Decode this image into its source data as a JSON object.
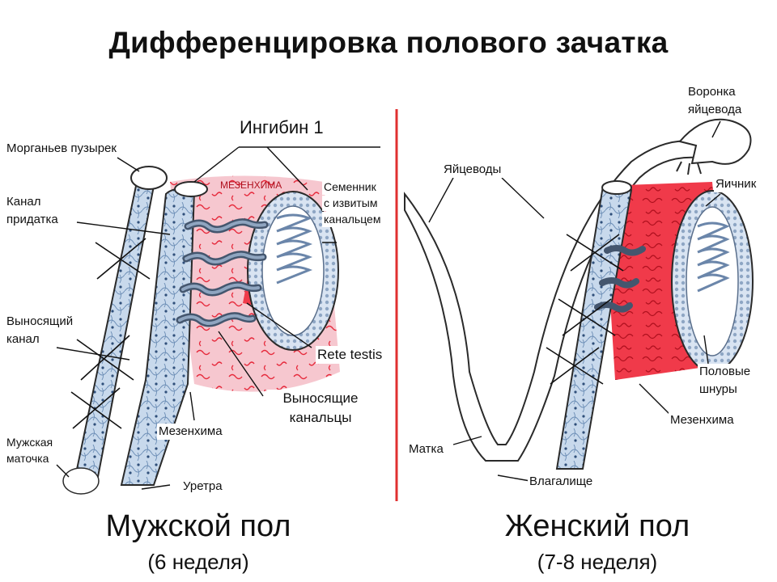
{
  "title": "Дифференцировка полового зачатка",
  "labels": {
    "inhibin": "Ингибин 1",
    "morgagni": "Морганьев пузырек",
    "epididymis_canal_1": "Канал",
    "epididymis_canal_2": "придатка",
    "efferent_duct_1": "Выносящий",
    "efferent_duct_2": "канал",
    "male_uterus_1": "Мужская",
    "male_uterus_2": "маточка",
    "mesenchyme_top": "МЕЗЕНХИМА",
    "testis_1": "Семенник",
    "testis_2": "с извитым",
    "testis_3": "канальцем",
    "rete_testis": "Rete testis",
    "efferent_ductules_1": "Выносящие",
    "efferent_ductules_2": "канальцы",
    "mesenchyme_male": "Мезенхима",
    "urethra": "Уретра",
    "oviduct_funnel_1": "Воронка",
    "oviduct_funnel_2": "яйцевода",
    "oviducts": "Яйцеводы",
    "ovary": "Яичник",
    "sex_cords_1": "Половые",
    "sex_cords_2": "шнуры",
    "mesenchyme_female": "Мезенхима",
    "uterus": "Матка",
    "vagina": "Влагалище"
  },
  "captions": {
    "male": "Мужской пол",
    "male_week": "(6 неделя)",
    "female": "Женский пол",
    "female_week": "(7-8 неделя)"
  },
  "colors": {
    "divider": "#e03030",
    "mesenchyme_red": "#f03a4a",
    "mesenchyme_pink": "#f6c7cf",
    "duct_blue": "#c8d9ec",
    "outline": "#2a2a2a"
  }
}
